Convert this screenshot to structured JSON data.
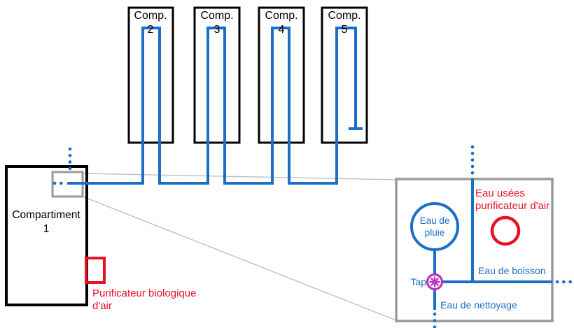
{
  "colors": {
    "pipe_blue": "#1b6fc4",
    "red": "#e81123",
    "magenta": "#bb33bb",
    "gray": "#9a9a9a",
    "gray_light": "#bcbcbc",
    "black": "#000000"
  },
  "compartment_1": {
    "name_line1": "Compartiment",
    "name_line2": "1"
  },
  "compartments": [
    {
      "label": "Comp.",
      "number": "2"
    },
    {
      "label": "Comp.",
      "number": "3"
    },
    {
      "label": "Comp.",
      "number": "4"
    },
    {
      "label": "Comp.",
      "number": "5"
    }
  ],
  "air_purifier": {
    "line1": "Purificateur biologique",
    "line2": "d'air"
  },
  "detail": {
    "waste_line1": "Eau usées",
    "waste_line2": "purificateur d'air",
    "rain_line1": "Eau de",
    "rain_line2": "pluie",
    "tap_label": "Tap",
    "drinking_label": "Eau de boisson",
    "cleaning_label": "Eau de nettoyage"
  }
}
